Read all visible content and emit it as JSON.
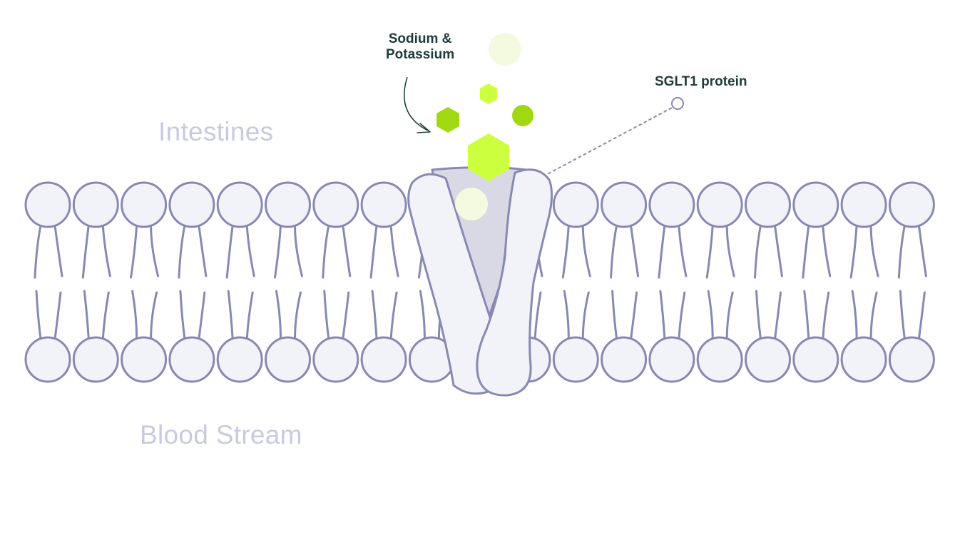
{
  "labels": {
    "intestines": "Intestines",
    "blood_stream": "Blood Stream",
    "ions_line1": "Sodium &",
    "ions_line2": "Potassium",
    "protein": "SGLT1 protein"
  },
  "icons": {
    "membrane": "phospholipid-bilayer",
    "protein": "sglt1-transporter-icon",
    "ion_hexagon": "hexagon-ion",
    "ion_circle": "circle-ion",
    "pointer": "curved-arrow"
  },
  "colors": {
    "outline": "#8789b3",
    "head_fill": "#f2f3f8",
    "channel_fill": "#d8d9e4",
    "domain_fill": "#8789b3",
    "lime": "#ccff3d",
    "green": "#a0d911",
    "pale": "#f3fadf",
    "region_text": "#c9cae2",
    "annotation_text": "#1d3b3a"
  }
}
